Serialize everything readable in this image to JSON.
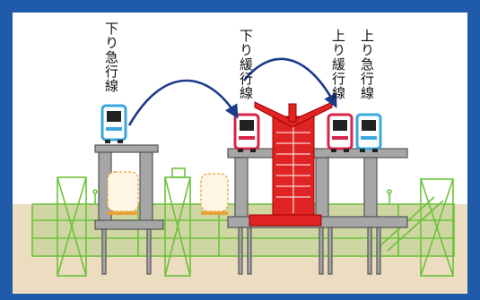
{
  "labels": {
    "down_express": "下り急行線",
    "down_local": "下り緩行線",
    "up_local": "上り緩行線",
    "up_express": "上り急行線"
  },
  "colors": {
    "frame": "#1f5aa8",
    "sky": "#ffffff",
    "ground": "#ecdcc0",
    "existing_structure": "#6cc23a",
    "new_structure": "#e02424",
    "elevated_viaduct": "#a6a6a6",
    "express_train": "#3aa7e0",
    "local_train": "#d6244a",
    "shift_arrow": "#1a3a8a",
    "temporary_track": "#e8a23a"
  },
  "icons": [
    "express-train-icon",
    "local-train-icon",
    "shift-arrow-icon"
  ]
}
